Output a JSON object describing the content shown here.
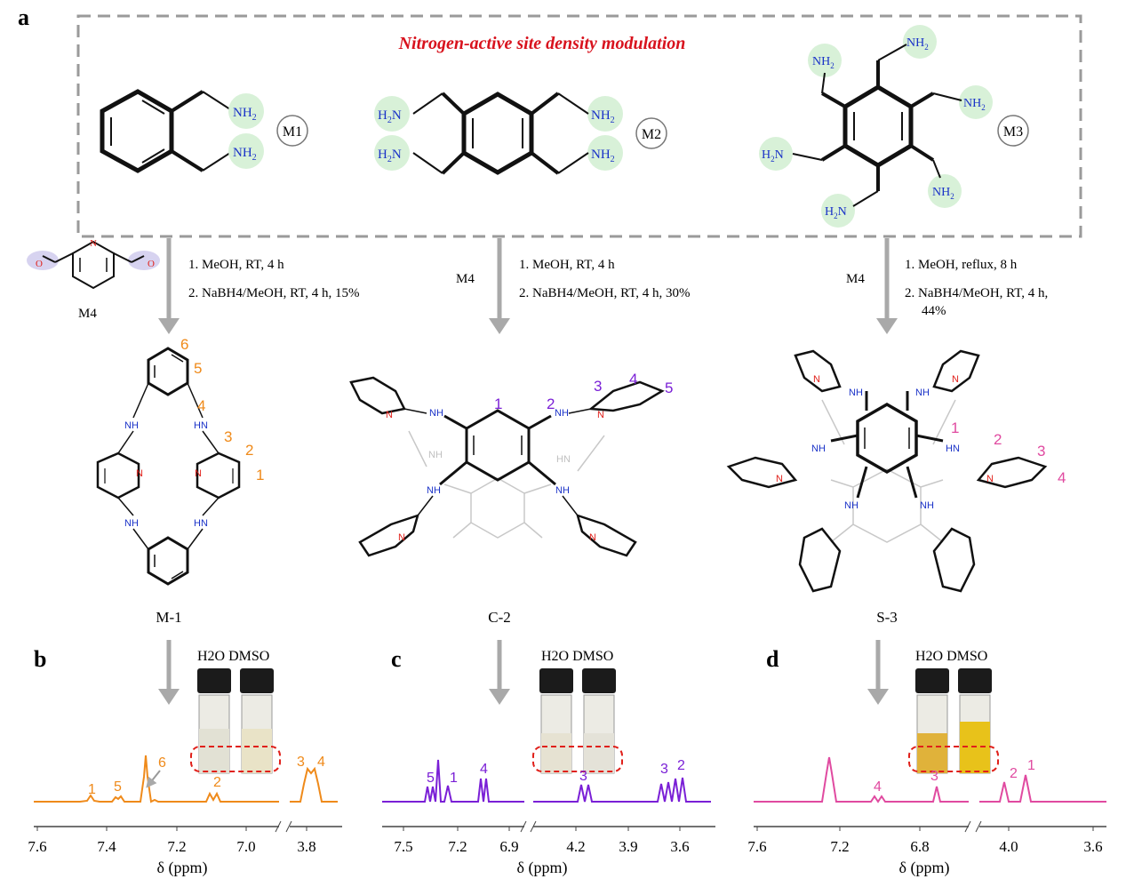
{
  "colors": {
    "title_red": "#d8121d",
    "amine_blue": "#1a32c8",
    "pyridine_red": "#e0201a",
    "highlight_green": "#d8f1d8",
    "highlight_purple": "#d7d3f0",
    "orange": "#ef8a1a",
    "purple": "#7a1fd6",
    "pink": "#e04aa0",
    "arrow_grey": "#a9a9a9",
    "box_grey": "#9a9a9a"
  },
  "panel_a": {
    "letter": "a",
    "title": "Nitrogen-active site density modulation",
    "monomers": [
      {
        "id": "M1",
        "groups": [
          "NH2",
          "NH2"
        ]
      },
      {
        "id": "M2",
        "groups": [
          "H2N",
          "H2N",
          "NH2",
          "NH2"
        ]
      },
      {
        "id": "M3",
        "groups": [
          "NH2",
          "NH2",
          "NH2",
          "NH2",
          "H2N",
          "H2N"
        ]
      }
    ],
    "reactions": [
      {
        "reagent": "M4",
        "step1": "1. MeOH, RT, 4 h",
        "step2": "2. NaBH4/MeOH, RT, 4 h, 15%"
      },
      {
        "reagent": "M4",
        "step1": "1. MeOH, RT, 4 h",
        "step2": "2. NaBH4/MeOH, RT, 4 h, 30%"
      },
      {
        "reagent": "M4",
        "step1": "1. MeOH, reflux, 8 h",
        "step2": "2. NaBH4/MeOH, RT, 4 h,",
        "step3": "44%"
      }
    ],
    "products": [
      {
        "name": "M-1",
        "labels": [
          "6",
          "5",
          "4",
          "3",
          "2",
          "1"
        ]
      },
      {
        "name": "C-2",
        "labels": [
          "1",
          "2",
          "3",
          "4",
          "5"
        ]
      },
      {
        "name": "S-3",
        "labels": [
          "1",
          "2",
          "3",
          "4"
        ]
      }
    ],
    "nh": "NH",
    "hn": "HN",
    "n": "N",
    "h": "H",
    "o": "O"
  },
  "panels_nmr": [
    {
      "letter": "b",
      "solvents": "H2O DMSO",
      "xlabel": "δ (ppm)",
      "ticks_left": [
        "7.6",
        "7.4",
        "7.2",
        "7.0"
      ],
      "ticks_right": [
        "3.8"
      ],
      "peak_labels": [
        "1",
        "5",
        "6",
        "2",
        "3",
        "4"
      ]
    },
    {
      "letter": "c",
      "solvents": "H2O DMSO",
      "xlabel": "δ (ppm)",
      "ticks_left": [
        "7.5",
        "7.2",
        "6.9"
      ],
      "ticks_right": [
        "4.2",
        "3.9",
        "3.6"
      ],
      "peak_labels": [
        "5",
        "1",
        "4",
        "3",
        "3",
        "2"
      ]
    },
    {
      "letter": "d",
      "solvents": "H2O DMSO",
      "xlabel": "δ (ppm)",
      "ticks_left": [
        "7.6",
        "7.2",
        "6.8"
      ],
      "ticks_right": [
        "4.0",
        "3.6"
      ],
      "peak_labels": [
        "4",
        "3",
        "2",
        "1"
      ]
    }
  ]
}
